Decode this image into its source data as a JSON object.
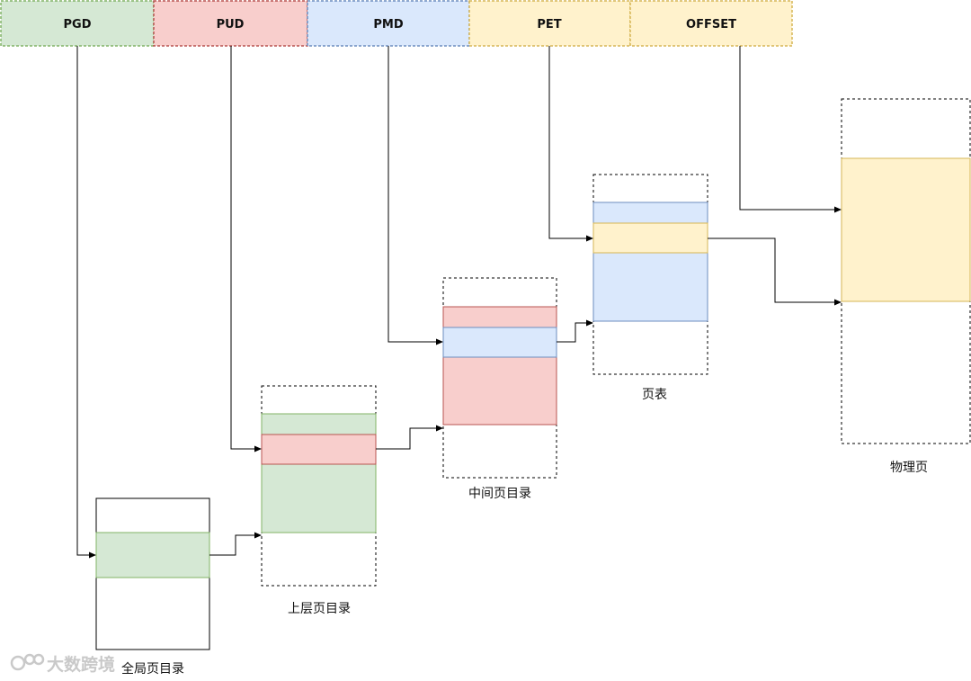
{
  "colors": {
    "green_fill": "#d5e8d4",
    "green_stroke": "#82b366",
    "red_fill": "#f8cecc",
    "red_stroke": "#b85450",
    "blue_fill": "#dae8fc",
    "blue_stroke": "#6c8ebf",
    "yellow_fill": "#fff2cc",
    "yellow_stroke": "#d6b656",
    "line": "#000000",
    "watermark": "#c9c9c9"
  },
  "address_fields": [
    "PGD",
    "PUD",
    "PMD",
    "PET",
    "OFFSET"
  ],
  "tables": {
    "pgd": {
      "label": "全局页目录"
    },
    "pud": {
      "label": "上层页目录"
    },
    "pmd": {
      "label": "中间页目录"
    },
    "pte": {
      "label": "页表"
    },
    "page": {
      "label": "物理页"
    }
  },
  "watermark": {
    "text": "大数跨境"
  }
}
